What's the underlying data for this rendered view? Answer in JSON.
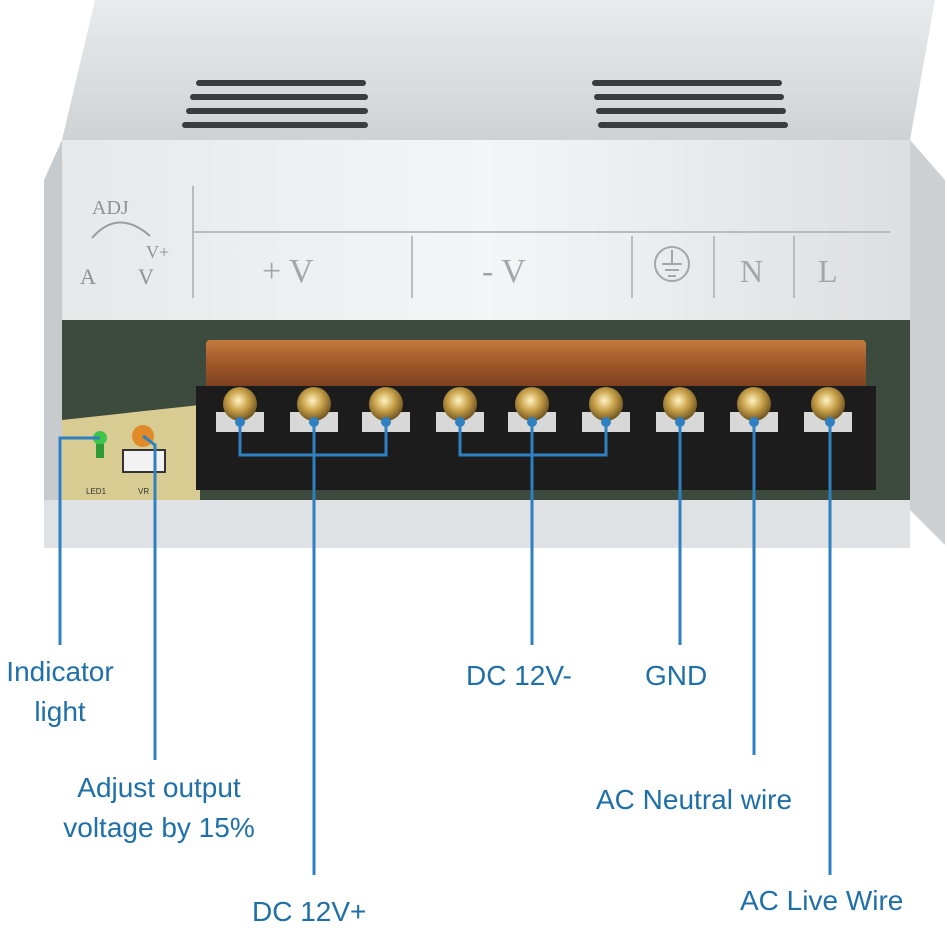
{
  "panel_labels": {
    "adj": "ADJ",
    "a": "A",
    "v": "V",
    "v_plus": "V+",
    "plus_v": "+ V",
    "minus_v": "- V",
    "n": "N",
    "l": "L",
    "led": "LED1",
    "vr": "VR"
  },
  "callouts": {
    "indicator": "Indicator\nlight",
    "adjust": "Adjust output\nvoltage by 15%",
    "dc_plus": "DC 12V+",
    "dc_minus": "DC 12V-",
    "gnd": "GND",
    "ac_neutral": "AC Neutral wire",
    "ac_live": "AC Live Wire"
  },
  "colors": {
    "callout": "#1f6fa8",
    "case": "#d9dcde",
    "terminal_block": "#1c1c1c",
    "cover_strip": "#a9632e",
    "pcb": "#d9cc93"
  }
}
